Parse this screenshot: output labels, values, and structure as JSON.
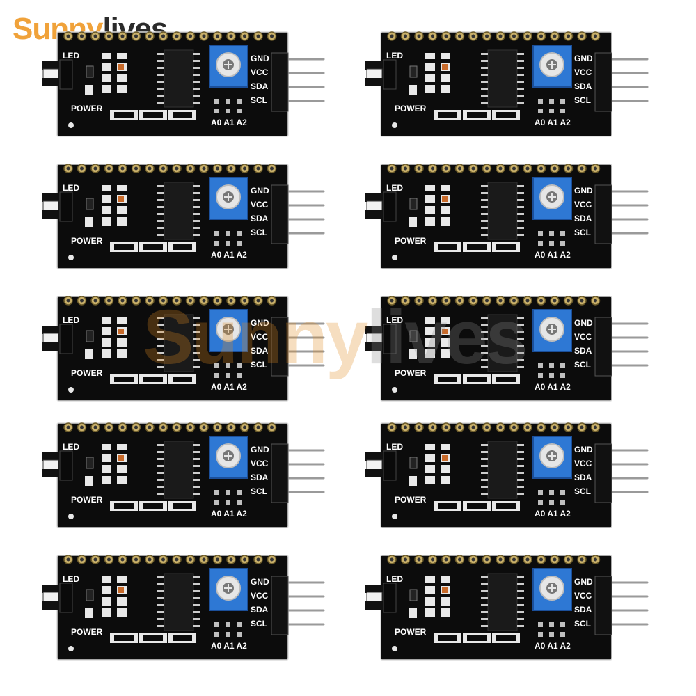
{
  "brand": {
    "part1": "Sunny",
    "part2": "lives"
  },
  "board_labels": {
    "led": "LED",
    "power": "POWER",
    "gnd": "GND",
    "vcc": "VCC",
    "sda": "SDA",
    "scl": "SCL",
    "address": "A0 A1 A2"
  },
  "module_count": 10,
  "colors": {
    "pcb": "#0c0c0c",
    "potentiometer": "#2e78d4",
    "pin_gold": "#c9b06a",
    "pad_white": "#e8e8e8"
  }
}
